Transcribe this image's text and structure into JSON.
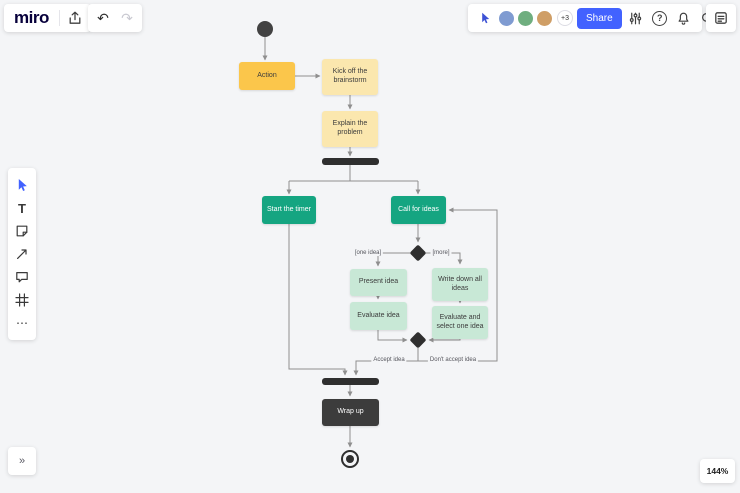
{
  "app": {
    "logo": "miro",
    "zoom": "144%"
  },
  "topbar": {
    "share_label": "Share",
    "collaborators_overflow": "+3",
    "undo_glyph": "↶",
    "redo_glyph": "↷",
    "help_glyph": "?"
  },
  "toolbar": {
    "text_tool_glyph": "T",
    "more_glyph": "⋯",
    "collapse_glyph": "»"
  },
  "diagram": {
    "nodes": {
      "action": {
        "label": "Action",
        "color": "#fbc64b"
      },
      "kick_off": {
        "label": "Kick off the brainstorm",
        "color": "#fbe7ae"
      },
      "explain": {
        "label": "Explain the problem",
        "color": "#fbe7ae"
      },
      "start_timer": {
        "label": "Start the timer",
        "color": "#15a581"
      },
      "call_for_ideas": {
        "label": "Call for ideas",
        "color": "#15a581"
      },
      "present_idea": {
        "label": "Present idea",
        "color": "#c8e8d6"
      },
      "write_down": {
        "label": "Write down all ideas",
        "color": "#c8e8d6"
      },
      "evaluate_idea": {
        "label": "Evaluate idea",
        "color": "#c8e8d6"
      },
      "evaluate_select": {
        "label": "Evaluate and select one idea",
        "color": "#c8e8d6"
      },
      "wrap_up": {
        "label": "Wrap up",
        "color": "#3c3c3c"
      }
    },
    "edge_labels": {
      "one_idea": "[one idea]",
      "more": "[more]",
      "accept": "Accept idea",
      "dont_accept": "Don't accept idea"
    },
    "colors": {
      "connector": "#8f8f8f",
      "bars": "#2f2f2f",
      "canvas": "#f4f5f7",
      "accent_blue": "#4262ff"
    }
  }
}
